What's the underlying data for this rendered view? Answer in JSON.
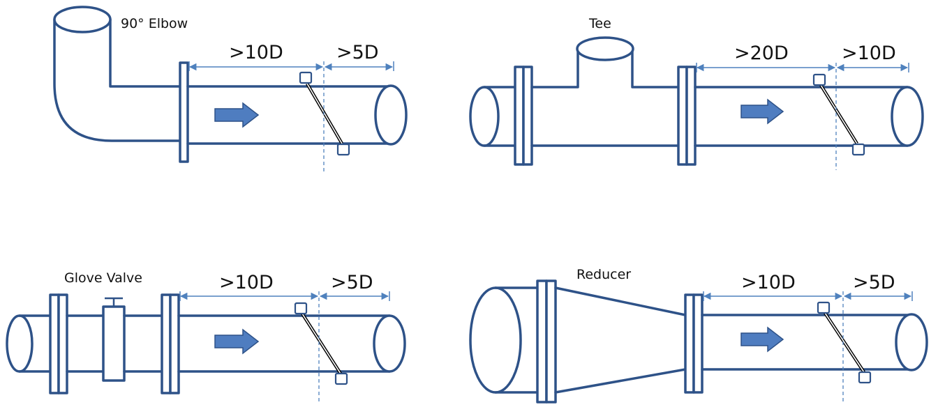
{
  "colors": {
    "pipe": "#2E5288",
    "dimension": "#4F81BD",
    "flow_arrow": "#4F7DC0",
    "text": "#111111"
  },
  "panels": {
    "elbow": {
      "fitting": "90° Elbow",
      "upstream": ">10D",
      "downstream": ">5D"
    },
    "tee": {
      "fitting": "Tee",
      "upstream": ">20D",
      "downstream": ">10D"
    },
    "valve": {
      "fitting": "Glove Valve",
      "upstream": ">10D",
      "downstream": ">5D"
    },
    "reducer": {
      "fitting": "Reducer",
      "upstream": ">10D",
      "downstream": ">5D"
    }
  }
}
